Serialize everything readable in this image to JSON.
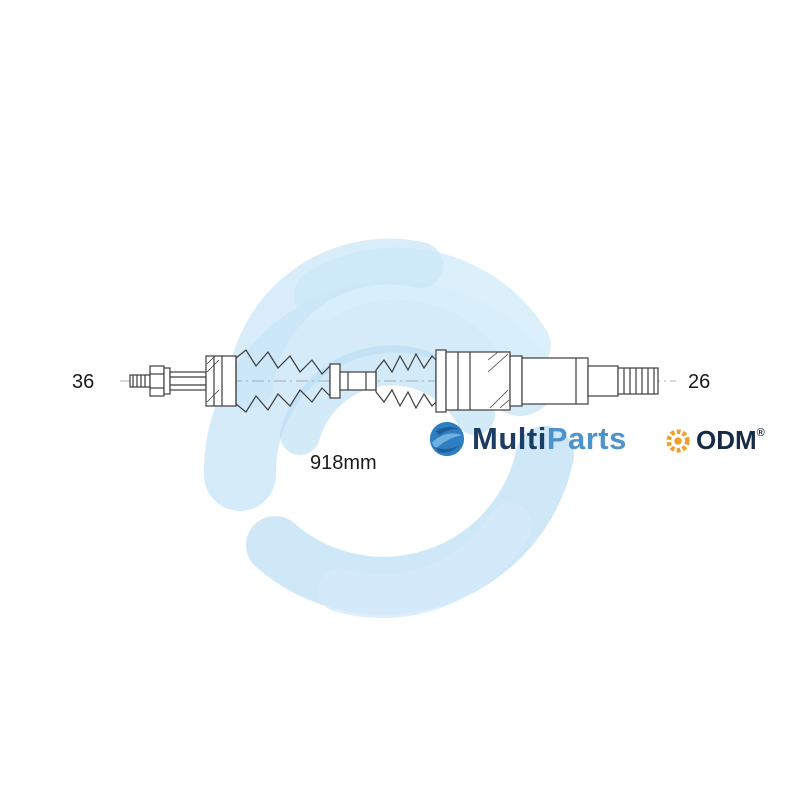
{
  "page": {
    "background": "#ffffff"
  },
  "watermark": {
    "description": "light blue abstract swirl",
    "colors": [
      "#d4eafb",
      "#c2e2f7",
      "#e0f1fc"
    ]
  },
  "logos": {
    "multiparts": {
      "part1": "Multi",
      "part2": "Parts",
      "color_dark": "#1d3c64",
      "color_light": "#4d94cc",
      "icon_color": "#2e7fc2"
    },
    "odm": {
      "label": "ODM",
      "registered": "®",
      "color": "#172a47",
      "icon_color": "#f0a02a"
    }
  },
  "drawing": {
    "type": "technical-line-drawing",
    "left_spline_label": "36",
    "right_spline_label": "26",
    "length_label": "918mm",
    "line_color": "#3c3c3c"
  }
}
